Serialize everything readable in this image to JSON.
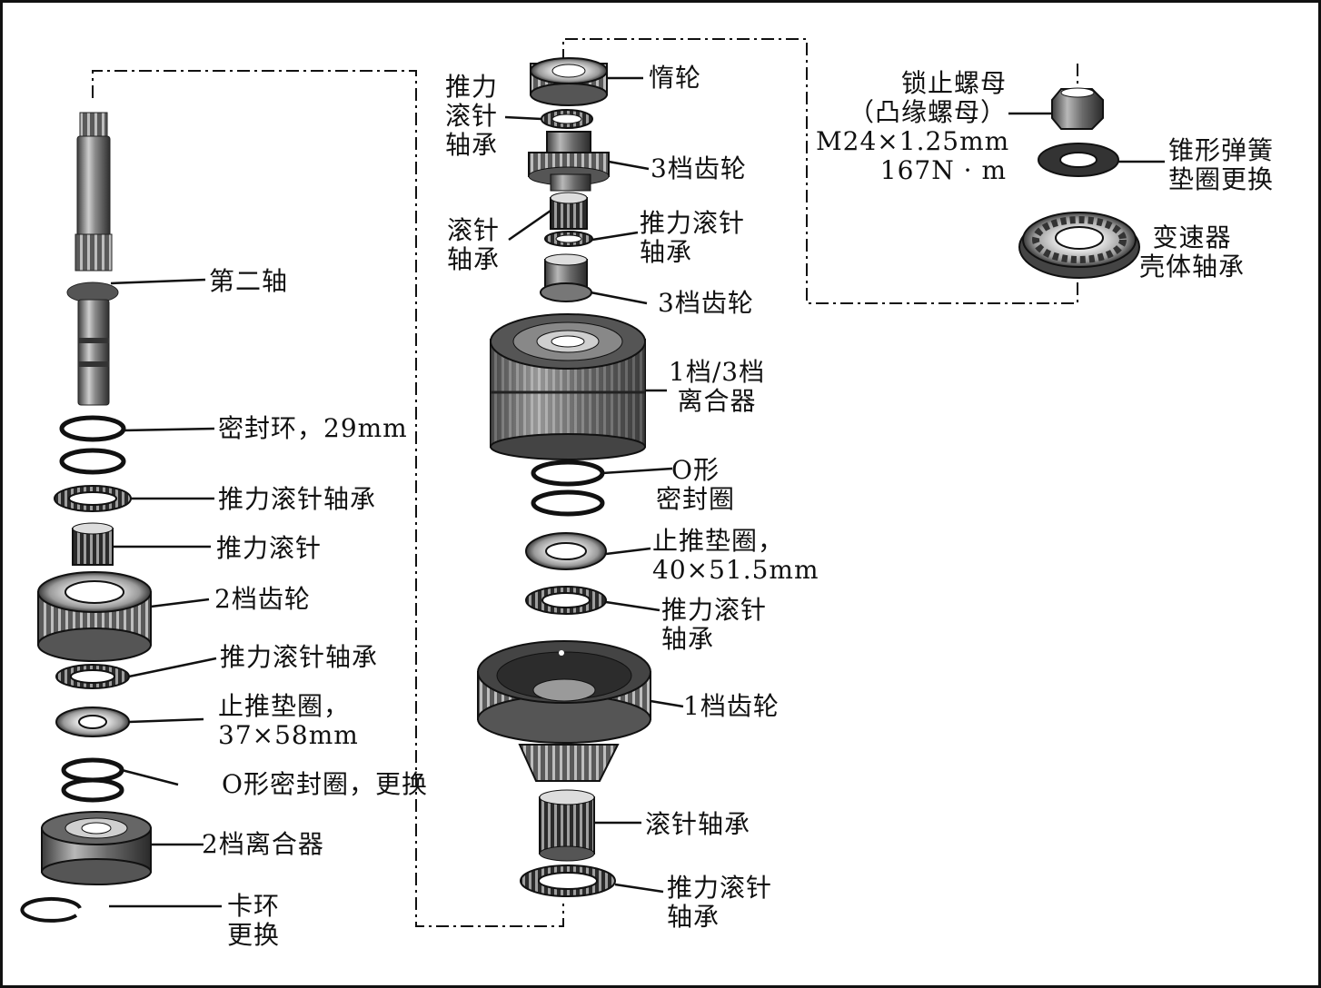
{
  "colors": {
    "ink": "#111111",
    "metal_dark": "#2a2a2a",
    "metal_mid": "#777777",
    "metal_light": "#d4d4d4",
    "background": "#ffffff"
  },
  "labels": {
    "second_shaft": "第二轴",
    "seal_ring_29": "密封环，29mm",
    "thrust_needle_bearing_a": "推力滚针轴承",
    "thrust_needle": "推力滚针",
    "gear_2nd": "2档齿轮",
    "thrust_needle_bearing_b": "推力滚针轴承",
    "thrust_washer_37_l1": "止推垫圈，",
    "thrust_washer_37_l2": "37×58mm",
    "o_ring_replace": "O形密封圈，更换",
    "clutch_2nd": "2档离合器",
    "snap_ring_l1": "卡环",
    "snap_ring_l2": "更换",
    "idler_gear": "惰轮",
    "thrust_needle_bearing_c_l1": "推力",
    "thrust_needle_bearing_c_l2": "滚针",
    "thrust_needle_bearing_c_l3": "轴承",
    "gear_3rd_a": "3档齿轮",
    "needle_bearing_a_l1": "滚针",
    "needle_bearing_a_l2": "轴承",
    "thrust_needle_bearing_d_l1": "推力滚针",
    "thrust_needle_bearing_d_l2": "轴承",
    "gear_3rd_b": "3档齿轮",
    "clutch_1_3_l1": "1档/3档",
    "clutch_1_3_l2": "离合器",
    "o_ring_l1": "O形",
    "o_ring_l2": "密封圈",
    "thrust_washer_40_l1": "止推垫圈，",
    "thrust_washer_40_l2": "40×51.5mm",
    "thrust_needle_bearing_e_l1": "推力滚针",
    "thrust_needle_bearing_e_l2": "轴承",
    "gear_1st": "1档齿轮",
    "needle_bearing_b": "滚针轴承",
    "thrust_needle_bearing_f_l1": "推力滚针",
    "thrust_needle_bearing_f_l2": "轴承",
    "lock_nut_l1": "锁止螺母",
    "lock_nut_l2": "（凸缘螺母）",
    "lock_nut_l3": "M24×1.25mm",
    "lock_nut_l4": "167N · m",
    "cone_spring_washer_l1": "锥形弹簧",
    "cone_spring_washer_l2": "垫圈更换",
    "case_bearing_l1": "变速器",
    "case_bearing_l2": "壳体轴承"
  }
}
